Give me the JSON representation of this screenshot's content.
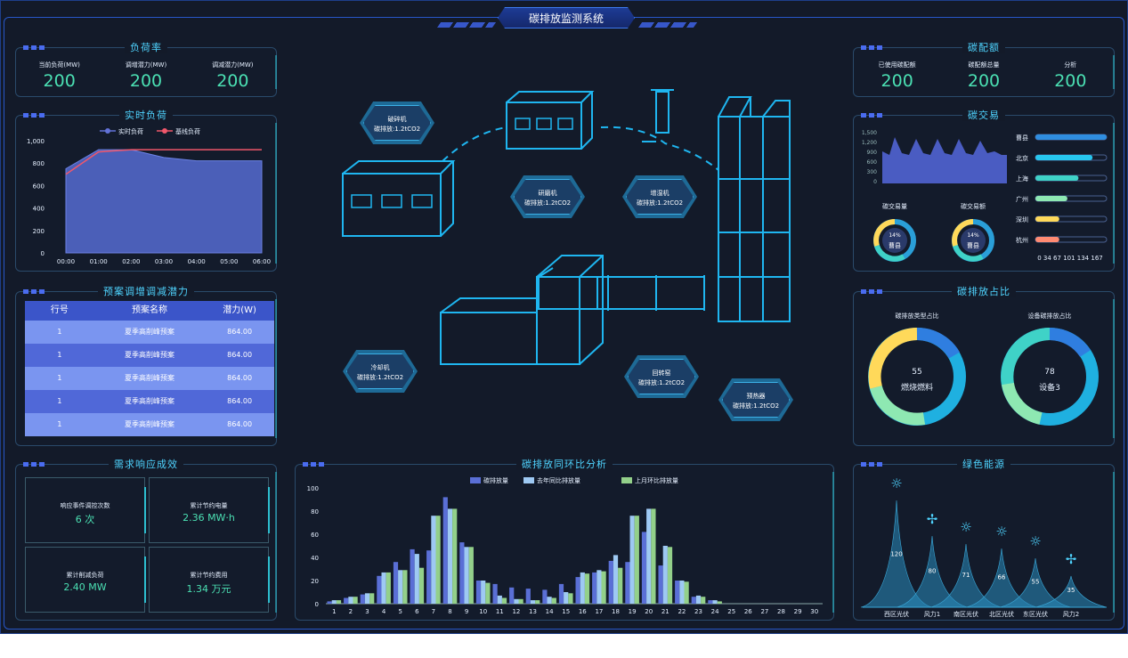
{
  "header": {
    "title": "碳排放监测系统"
  },
  "load_rate": {
    "title": "负荷率",
    "kpis": [
      {
        "label": "当前负荷(MW)",
        "value": "200"
      },
      {
        "label": "调增潜力(MW)",
        "value": "200"
      },
      {
        "label": "调减潜力(MW)",
        "value": "200"
      }
    ]
  },
  "realtime_load": {
    "title": "实时负荷",
    "chart_data": {
      "type": "area",
      "x": [
        "00:00",
        "01:00",
        "02:00",
        "03:00",
        "04:00",
        "05:00",
        "06:00"
      ],
      "yticks": [
        0,
        200,
        400,
        600,
        800,
        "1,000"
      ],
      "ylim": [
        0,
        1000
      ],
      "series": [
        {
          "name": "实时负荷",
          "values": [
            750,
            920,
            920,
            850,
            820,
            820,
            820
          ]
        },
        {
          "name": "基线负荷",
          "values": [
            700,
            900,
            920,
            920,
            920,
            920,
            920
          ]
        }
      ]
    }
  },
  "plan_table": {
    "title": "预案调增调减潜力",
    "columns": [
      "行号",
      "预案名称",
      "潜力(W)"
    ],
    "rows": [
      [
        "1",
        "夏季高削峰预案",
        "864.00"
      ],
      [
        "1",
        "夏季高削峰预案",
        "864.00"
      ],
      [
        "1",
        "夏季高削峰预案",
        "864.00"
      ],
      [
        "1",
        "夏季高削峰预案",
        "864.00"
      ],
      [
        "1",
        "夏季高削峰预案",
        "864.00"
      ]
    ]
  },
  "demand_effect": {
    "title": "需求响应成效",
    "cells": [
      {
        "label": "响应事件调控次数",
        "value": "6 次"
      },
      {
        "label": "累计节约电量",
        "value": "2.36 MW·h"
      },
      {
        "label": "累计削减负荷",
        "value": "2.40 MW"
      },
      {
        "label": "累计节约费用",
        "value": "1.34 万元"
      }
    ]
  },
  "diagram": {
    "nodes": [
      {
        "name": "破碎机",
        "value": "碳排放:1.2tCO2"
      },
      {
        "name": "研磨机",
        "value": "碳排放:1.2tCO2"
      },
      {
        "name": "增湿机",
        "value": "碳排放:1.2tCO2"
      },
      {
        "name": "冷却机",
        "value": "碳排放:1.2tCO2"
      },
      {
        "name": "回转窑",
        "value": "碳排放:1.2tCO2"
      },
      {
        "name": "预热器",
        "value": "碳排放:1.2tCO2"
      }
    ]
  },
  "yoy_chart": {
    "title": "碳排放同环比分析",
    "chart_data": {
      "type": "bar",
      "categories": [
        "1",
        "2",
        "3",
        "4",
        "5",
        "6",
        "7",
        "8",
        "9",
        "10",
        "11",
        "12",
        "13",
        "14",
        "15",
        "16",
        "17",
        "18",
        "19",
        "20",
        "21",
        "22",
        "23",
        "24",
        "25",
        "26",
        "27",
        "28",
        "29",
        "30"
      ],
      "ylim": [
        0,
        100
      ],
      "yticks": [
        0,
        20,
        40,
        60,
        80,
        100
      ],
      "series": [
        {
          "name": "碳排放量",
          "values": [
            2,
            5,
            8,
            24,
            36,
            47,
            46,
            92,
            53,
            20,
            17,
            14,
            13,
            12,
            17,
            23,
            27,
            37,
            36,
            62,
            33,
            20,
            6,
            3,
            0,
            0,
            0,
            0,
            0,
            0
          ]
        },
        {
          "name": "去年同比排放量",
          "values": [
            3,
            6,
            9,
            27,
            29,
            43,
            76,
            82,
            49,
            20,
            7,
            4,
            3,
            6,
            10,
            27,
            29,
            42,
            76,
            82,
            50,
            20,
            7,
            3,
            0,
            0,
            0,
            0,
            0,
            0
          ]
        },
        {
          "name": "上月环比排放量",
          "values": [
            3,
            6,
            9,
            27,
            29,
            31,
            76,
            82,
            49,
            18,
            5,
            4,
            3,
            5,
            9,
            26,
            28,
            31,
            76,
            82,
            49,
            19,
            6,
            2,
            0,
            0,
            0,
            0,
            0,
            0
          ]
        }
      ],
      "colors": [
        "#5a6fd6",
        "#9ec9f3",
        "#93d08a"
      ]
    }
  },
  "quota": {
    "title": "碳配额",
    "kpis": [
      {
        "label": "已使用碳配额",
        "value": "200"
      },
      {
        "label": "碳配额总量",
        "value": "200"
      },
      {
        "label": "分析",
        "value": "200"
      }
    ]
  },
  "trade": {
    "title": "碳交易",
    "area": {
      "yticks": [
        "0",
        "300",
        "600",
        "900",
        "1,200",
        "1,500"
      ]
    },
    "donuts": [
      {
        "label": "碳交易量",
        "percent": "14%",
        "city": "曹县"
      },
      {
        "label": "碳交易额",
        "percent": "14%",
        "city": "曹县"
      }
    ],
    "bars": [
      {
        "city": "曹县",
        "value": 167,
        "color": "#2f8ee0"
      },
      {
        "city": "北京",
        "value": 134,
        "color": "#27c6ee"
      },
      {
        "city": "上海",
        "value": 101,
        "color": "#3fd2c7"
      },
      {
        "city": "广州",
        "value": 75,
        "color": "#8ee8b2"
      },
      {
        "city": "深圳",
        "value": 56,
        "color": "#ffd95a"
      },
      {
        "city": "杭州",
        "value": 56,
        "color": "#ff8a72"
      }
    ],
    "axis": [
      "0",
      "34",
      "67",
      "101",
      "134",
      "167"
    ]
  },
  "share": {
    "title": "碳排放占比",
    "charts": [
      {
        "label": "碳排放类型占比",
        "value": "55",
        "name": "燃烧燃料"
      },
      {
        "label": "设备碳排放占比",
        "value": "78",
        "name": "设备3"
      }
    ]
  },
  "green": {
    "title": "绿色能源",
    "chart_data": {
      "type": "bar",
      "categories": [
        "西区光伏",
        "风力1",
        "南区光伏",
        "北区光伏",
        "东区光伏",
        "风力2"
      ],
      "values": [
        120,
        80,
        71,
        66,
        55,
        35
      ]
    }
  }
}
